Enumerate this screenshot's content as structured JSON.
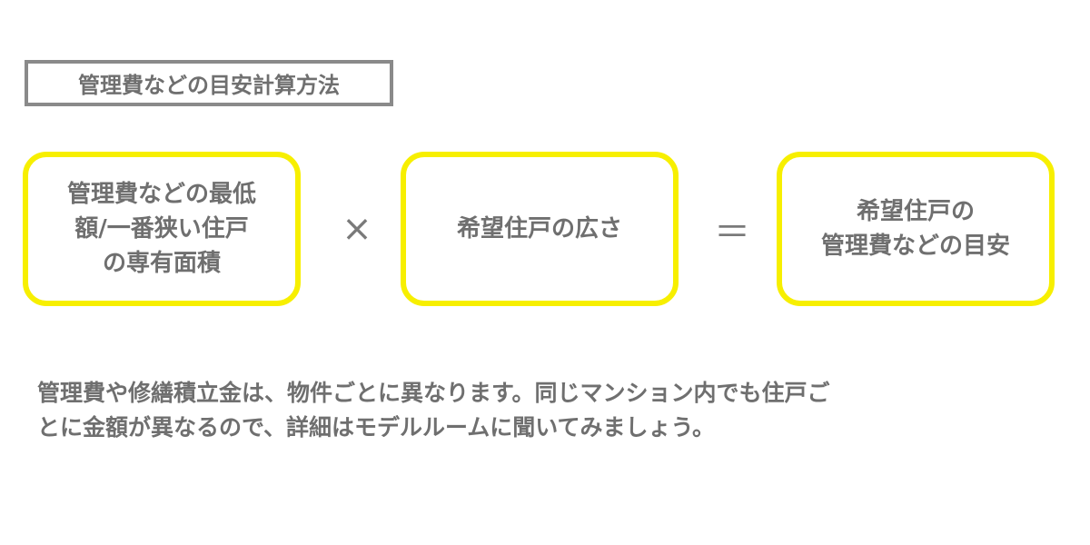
{
  "title": "管理費などの目安計算方法",
  "formula": {
    "term1": "管理費などの最低\n額/一番狭い住戸\nの専有面積",
    "times_symbol": "×",
    "term2": "希望住戸の広さ",
    "equals_symbol": "＝",
    "result": "希望住戸の\n管理費などの目安"
  },
  "note": "管理費や修繕積立金は、物件ごとに異なります。同じマンション内でも住戸ご\nとに金額が異なるので、詳細はモデルルームに聞いてみましょう。",
  "colors": {
    "box_border": "#f7ef00",
    "title_border": "#8a8a8a",
    "text": "#6f6f6f"
  }
}
